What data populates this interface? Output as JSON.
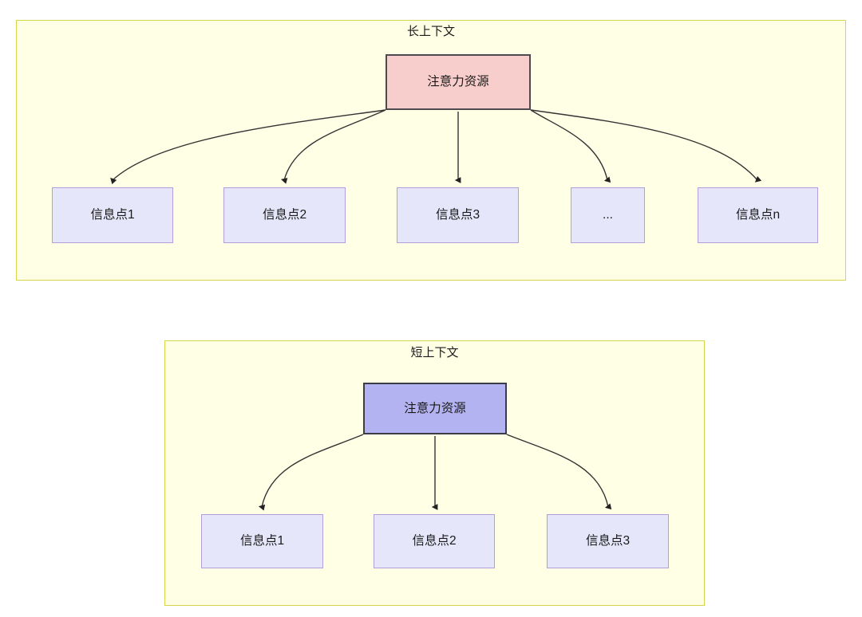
{
  "diagram": {
    "type": "node-link-diagram",
    "background": "#ffffff",
    "palette": {
      "group_fill": "#ffffe6",
      "group_border": "#d6d64d",
      "root_long_fill": "#f8cecc",
      "root_long_border": "#4f4a4f",
      "root_short_fill": "#b3b3f2",
      "root_short_border": "#3c3c46",
      "leaf_fill": "#e6e6fa",
      "leaf_border": "#b39ddb",
      "edge_color": "#333333",
      "text_color": "#1a1a1a"
    },
    "groups": [
      {
        "id": "long-context",
        "title": "长上下文",
        "root": {
          "label": "注意力资源"
        },
        "leaves": [
          {
            "label": "信息点1"
          },
          {
            "label": "信息点2"
          },
          {
            "label": "信息点3"
          },
          {
            "label": "..."
          },
          {
            "label": "信息点n"
          }
        ]
      },
      {
        "id": "short-context",
        "title": "短上下文",
        "root": {
          "label": "注意力资源"
        },
        "leaves": [
          {
            "label": "信息点1"
          },
          {
            "label": "信息点2"
          },
          {
            "label": "信息点3"
          }
        ]
      }
    ]
  }
}
